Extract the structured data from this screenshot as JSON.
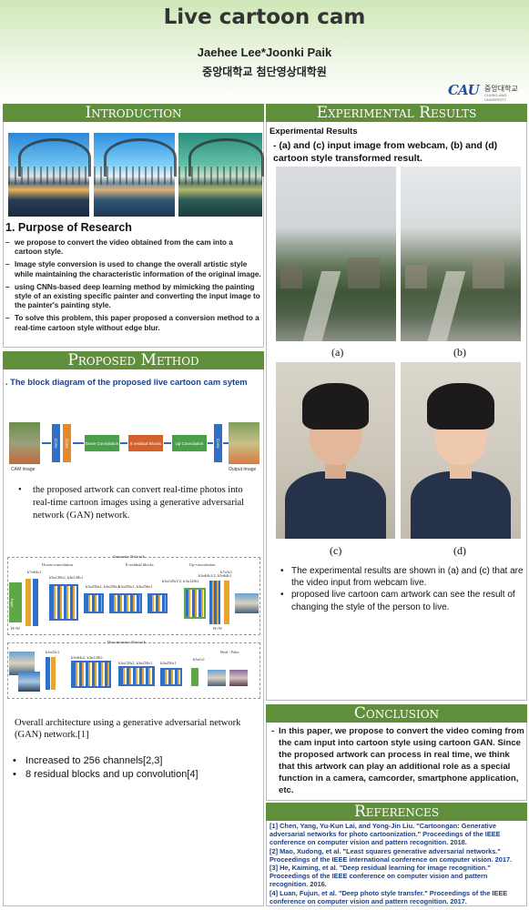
{
  "header": {
    "title": "Live cartoon cam",
    "authors": "Jaehee Lee*Joonki Paik",
    "affiliation": "중앙대학교 첨단영상대학원",
    "logo_mark": "CAU",
    "logo_text": "중앙대학교",
    "logo_sub": "CHUNG-ANG UNIVERSITY"
  },
  "introduction": {
    "banner": "Introduction",
    "heading": "1. Purpose of Research",
    "bullets": [
      "we propose to convert the video obtained from the cam into a cartoon style.",
      "Image style conversion is used to change the overall artistic style while maintaining the characteristic information of the original image.",
      "using CNNs-based deep learning method by mimicking the painting style of an existing specific painter and converting the input image to the painter's painting style.",
      "To solve this problem, this paper proposed a conversion method to a real-time cartoon style without edge blur."
    ]
  },
  "proposed": {
    "banner": "Proposed Method",
    "subtitle": ". The block diagram of the proposed live cartoon cam sytem",
    "block_diagram": {
      "input_label": "CAM Image",
      "output_label": "Output Image",
      "blocks": [
        "Conv",
        "Conv",
        "Down Convolution",
        "8 residual Blocks",
        "Up Convolution",
        "Conv"
      ]
    },
    "description_bullets": [
      "the proposed artwork can convert real-time photos into real-time cartoon images using a generative adversarial network (GAN) network."
    ],
    "network": {
      "generator_label": "Generator Network",
      "down_label": "Down-convolution",
      "residual_label": "8 residual blocks",
      "up_label": "Up-convolution",
      "discriminator_label": "Discriminator Network",
      "kernels": [
        "k7n64s1",
        "k3n128s2, k3n128s1",
        "k3n256s2, k3n256s1",
        "k3n256s1, k3n256s1",
        "k3n128s1/2, k3n128s1",
        "k3n64s1/2, k3n64s1",
        "k7n3s1"
      ],
      "disc_kernels": [
        "k3n32s1",
        "k3n64s2, k3n128s1",
        "k3n128s2, k3n256s1",
        "k3n256s1",
        "k3n1s1"
      ],
      "input_text": "Input",
      "h_w_label": "H×W",
      "real_fake": "Real / Fake"
    },
    "arch_caption": "Overall architecture using a generative adversarial network (GAN) network.[1]",
    "key_bullets": [
      "Increased to 256 channels[2,3]",
      "8 residual blocks and up convolution[4]"
    ]
  },
  "results": {
    "banner": "Experimental Results",
    "subheading": "Experimental Results",
    "lead": "- (a) and (c) input image from webcam, (b) and (d) cartoon style transformed result.",
    "labels": [
      "(a)",
      "(b)",
      "(c)",
      "(d)"
    ],
    "bullets": [
      "The experimental results are shown in (a) and (c) that are the video input from webcam live.",
      "proposed live cartoon cam artwork can see the result of changing the style of the person to live."
    ]
  },
  "conclusion": {
    "banner": "Conclusion",
    "text": "In this paper, we propose to convert the video coming from the cam input into cartoon style using cartoon GAN. Since the proposed artwork can process in real time, we think that this artwork can play an additional role as a special function in a camera, camcorder, smartphone application, etc."
  },
  "references": {
    "banner": "References",
    "items": [
      "[1] Chen, Yang, Yu-Kun Lai, and Yong-Jin Liu. \"Cartoongan: Generative adversarial networks for photo cartoonization.\" Proceedings of the IEEE conference on computer vision and pattern recognition. 2018.",
      "[2] Mao, Xudong, et al. \"Least squares generative adversarial networks.\" Proceedings of the IEEE international conference on computer vision. 2017.",
      "[3] He, Kaiming, et al. \"Deep residual learning for image recognition.\" Proceedings of the IEEE conference on computer vision and pattern recognition. 2016.",
      "[4] Luan, Fujun, et al. \"Deep photo style transfer.\" Proceedings of the IEEE conference on computer vision and pattern recognition. 2017."
    ]
  }
}
